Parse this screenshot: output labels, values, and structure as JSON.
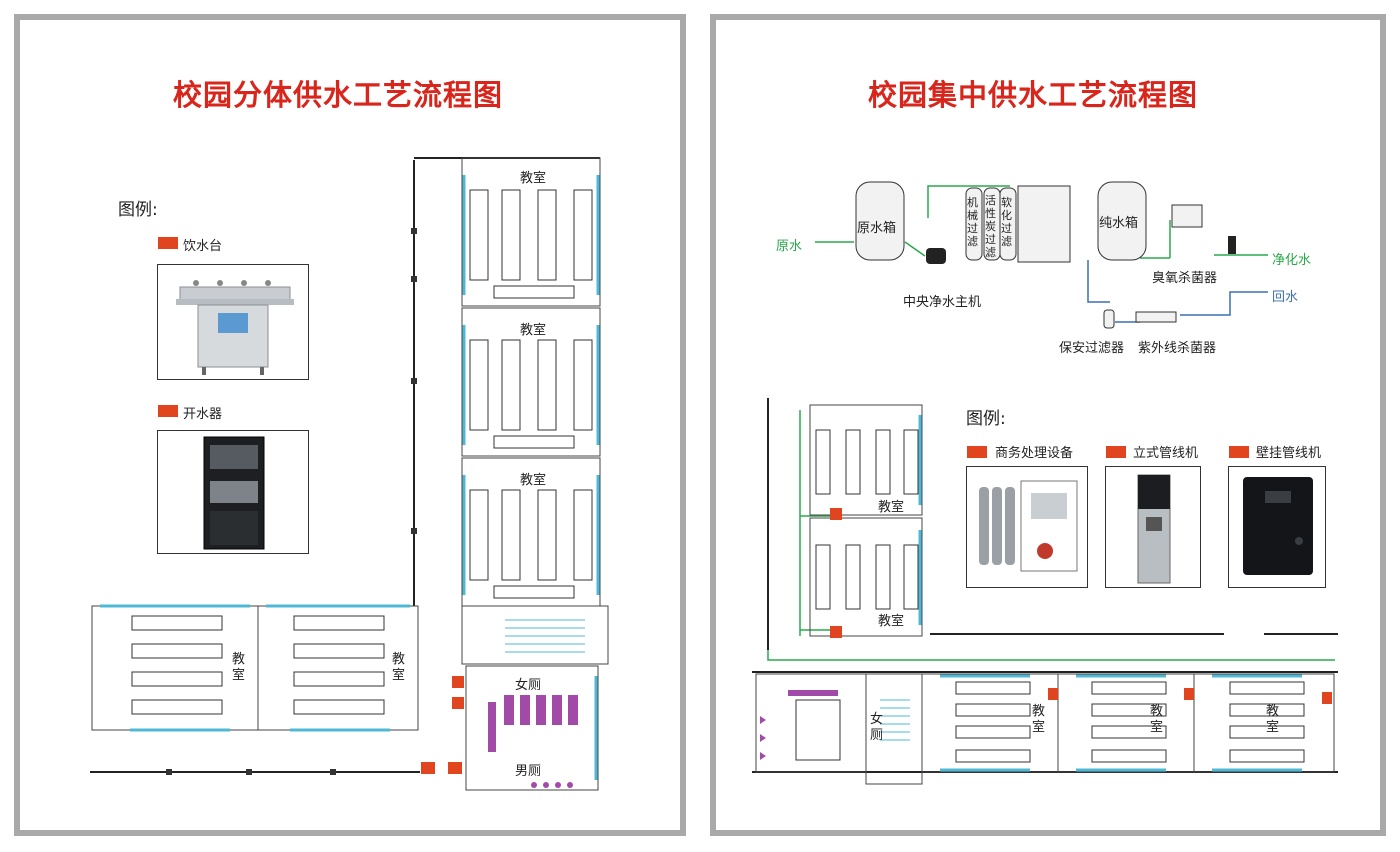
{
  "left": {
    "title": "校园分体供水工艺流程图",
    "legend_title": "图例:",
    "legend_items": [
      "饮水台",
      "开水器"
    ],
    "rooms": {
      "classroom": "教室",
      "women": "女厕",
      "men": "男厕"
    }
  },
  "right": {
    "title": "校园集中供水工艺流程图",
    "flow": {
      "raw_water": "原水",
      "raw_tank": "原水箱",
      "mech_filter": "机械过滤",
      "carbon_filter": "活性炭过滤",
      "softener": "软化过滤",
      "main_unit": "中央净水主机",
      "pure_tank": "纯水箱",
      "ozone": "臭氧杀菌器",
      "purified_water": "净化水",
      "return_water": "回水",
      "security_filter": "保安过滤器",
      "uv": "紫外线杀菌器"
    },
    "legend_title": "图例:",
    "legend_items": [
      "商务处理设备",
      "立式管线机",
      "壁挂管线机"
    ],
    "rooms": {
      "classroom": "教室",
      "women": "女厕"
    }
  },
  "colors": {
    "title_red": "#d9261c",
    "legend_orange": "#e0451f",
    "pipe_green": "#2aa84a",
    "pipe_blue": "#3c6fb5",
    "window_cyan": "#4fb8d6",
    "toilet_purple": "#a24aa8"
  }
}
